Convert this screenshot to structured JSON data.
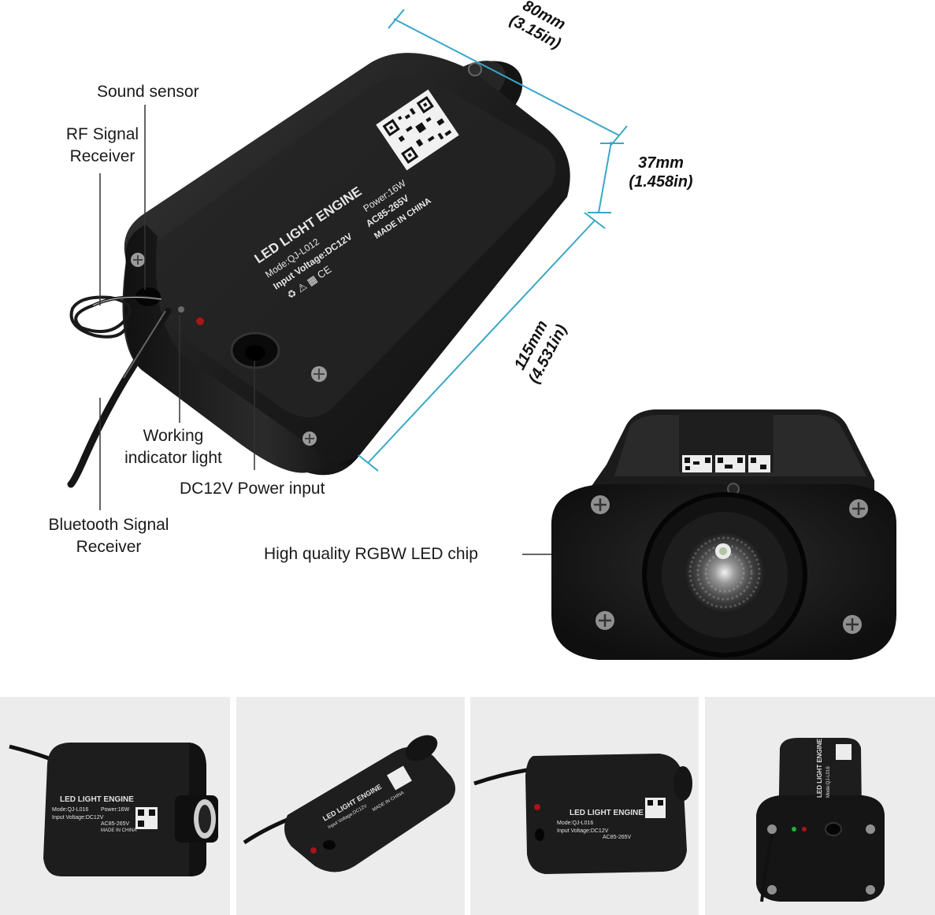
{
  "dimensions": {
    "width": {
      "mm": "80mm",
      "in": "(3.15in)"
    },
    "height": {
      "mm": "37mm",
      "in": "(1.458in)"
    },
    "length": {
      "mm": "115mm",
      "in": "(4.531in)"
    }
  },
  "callouts": {
    "sound_sensor": "Sound sensor",
    "rf_receiver": [
      "RF Signal",
      "Receiver"
    ],
    "working_light": [
      "Working",
      "indicator light"
    ],
    "power_input": "DC12V Power input",
    "bluetooth_receiver": [
      "Bluetooth Signal",
      "Receiver"
    ],
    "led_chip": "High quality RGBW LED chip"
  },
  "device_label": {
    "title": "LED LIGHT ENGINE",
    "model": "Mode:QJ-L012",
    "power": "Power:16W",
    "input": "Input Voltage:DC12V",
    "ac": "AC85-265V",
    "origin": "MADE IN CHINA"
  },
  "thumb_label": {
    "title": "LED LIGHT ENGINE",
    "model": "Mode:QJ-L016",
    "power": "Power:16W",
    "input": "Input Voltage:DC12V",
    "ac": "AC85-265V",
    "origin": "MADE IN CHINA"
  },
  "colors": {
    "dimension_line": "#3aa6c9",
    "callout_line": "#333333",
    "body": "#1e1e1e",
    "thumb_bg": "#ececec"
  }
}
